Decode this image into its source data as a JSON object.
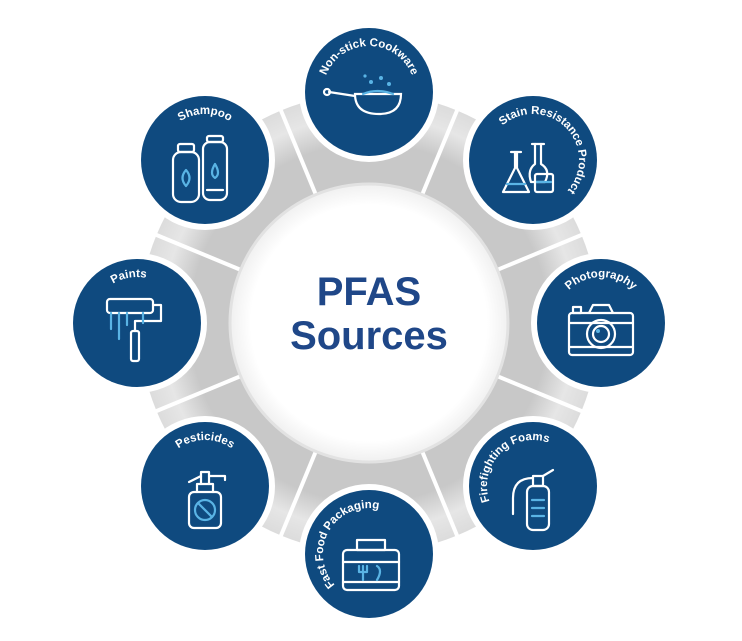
{
  "center": {
    "line1": "PFAS",
    "line2": "Sources"
  },
  "items": [
    {
      "label": "Non-stick Cookware",
      "icon": "frying-pan-icon"
    },
    {
      "label": "Stain Resistance Product",
      "icon": "lab-flasks-icon"
    },
    {
      "label": "Photography",
      "icon": "camera-icon"
    },
    {
      "label": "Firefighting Foams",
      "icon": "fire-extinguisher-icon"
    },
    {
      "label": "Fast Food Packaging",
      "icon": "food-container-icon"
    },
    {
      "label": "Pesticides",
      "icon": "spray-bottle-icon"
    },
    {
      "label": "Paints",
      "icon": "paint-roller-icon"
    },
    {
      "label": "Shampoo",
      "icon": "shampoo-bottles-icon"
    }
  ],
  "colors": {
    "node": "#0f4a7f",
    "title": "#1f4788",
    "ring": "#d9d9d9",
    "ring_light": "#ececec",
    "icon_stroke": "#ffffff",
    "icon_accent": "#5ab4e5"
  }
}
